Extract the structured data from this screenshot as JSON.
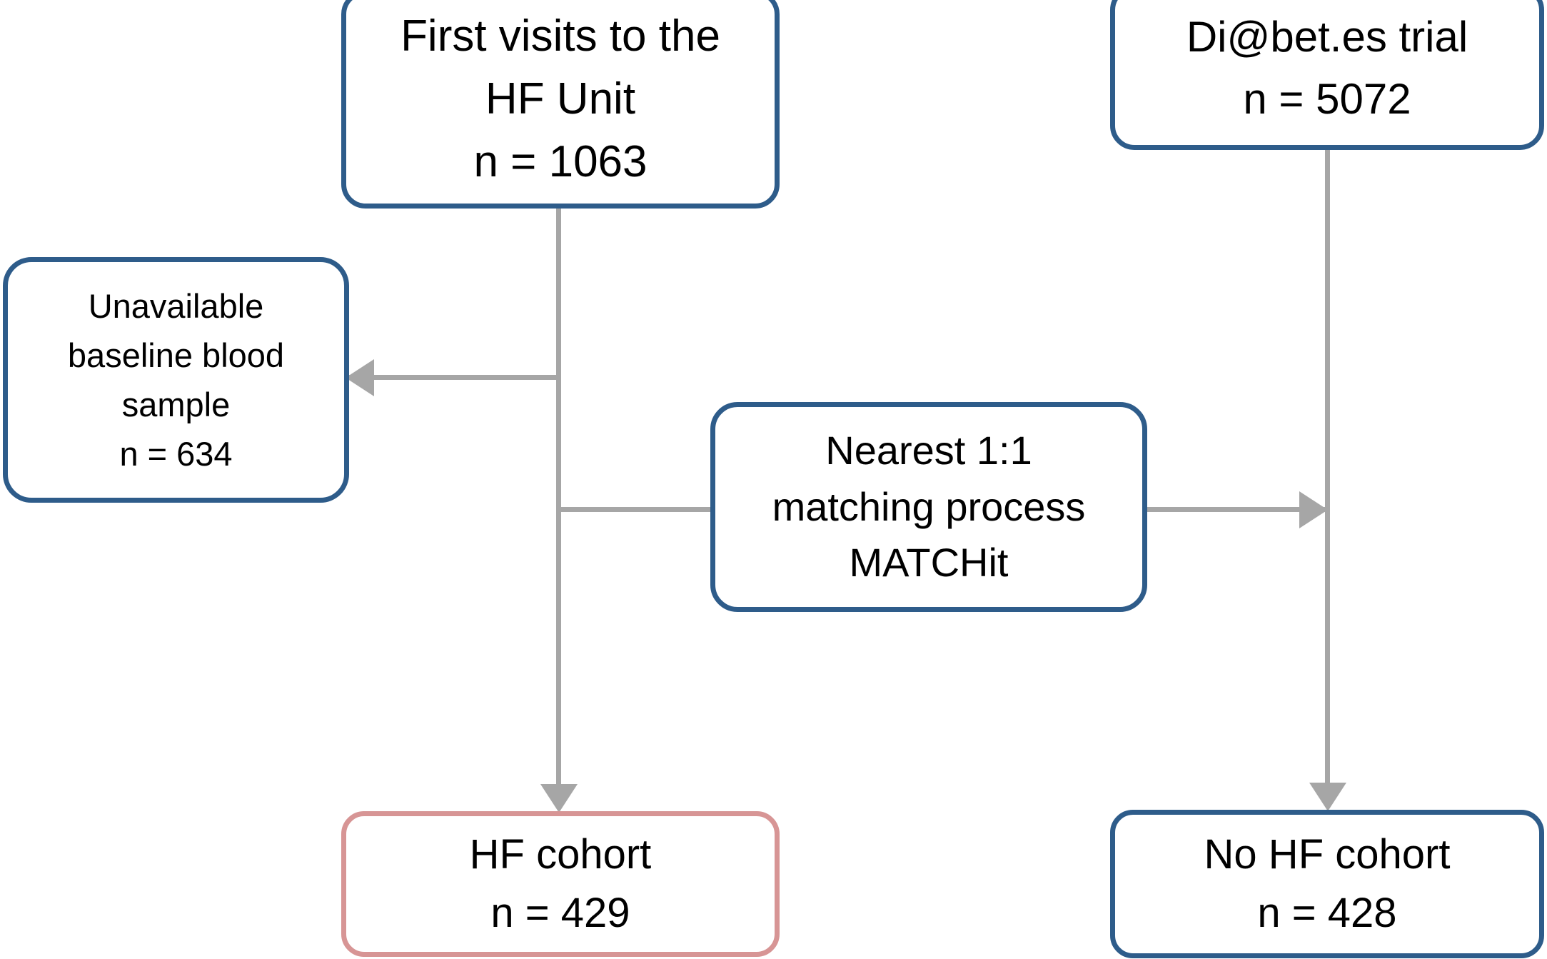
{
  "diagram": {
    "title": "Study cohort selection flowchart",
    "colors": {
      "box_border_blue": "#2e5c8a",
      "box_border_pink": "#d79595",
      "connector_gray": "#a6a6a6",
      "background": "#ffffff",
      "text": "#000000"
    },
    "nodes": [
      {
        "id": "first-visits",
        "lines": [
          "First visits to the",
          "HF Unit",
          "n = 1063"
        ],
        "border_color": "#2e5c8a"
      },
      {
        "id": "diabetes-trial",
        "lines": [
          "Di@bet.es trial",
          "n = 5072"
        ],
        "border_color": "#2e5c8a"
      },
      {
        "id": "unavailable-sample",
        "lines": [
          "Unavailable",
          "baseline blood",
          "sample",
          "n = 634"
        ],
        "border_color": "#2e5c8a"
      },
      {
        "id": "matching-process",
        "lines": [
          "Nearest 1:1",
          "matching process",
          "MATCHit"
        ],
        "border_color": "#2e5c8a"
      },
      {
        "id": "hf-cohort",
        "lines": [
          "HF  cohort",
          "n = 429"
        ],
        "border_color": "#d79595"
      },
      {
        "id": "no-hf-cohort",
        "lines": [
          "No HF cohort",
          "n = 428"
        ],
        "border_color": "#2e5c8a"
      }
    ],
    "edges": [
      {
        "id": "first-visits-to-hf-cohort",
        "from": "first-visits",
        "to": "hf-cohort",
        "arrowhead": "down"
      },
      {
        "id": "first-visits-to-unavailable",
        "from": "first-visits",
        "to": "unavailable-sample",
        "arrowhead": "left"
      },
      {
        "id": "matching-to-left-trunk",
        "from": "matching-process",
        "to": "first-visits-trunk",
        "arrowhead": "none"
      },
      {
        "id": "matching-to-right-trunk",
        "from": "matching-process",
        "to": "diabetes-trial-trunk",
        "arrowhead": "right"
      },
      {
        "id": "diabetes-trial-to-no-hf-cohort",
        "from": "diabetes-trial",
        "to": "no-hf-cohort",
        "arrowhead": "down"
      }
    ]
  }
}
